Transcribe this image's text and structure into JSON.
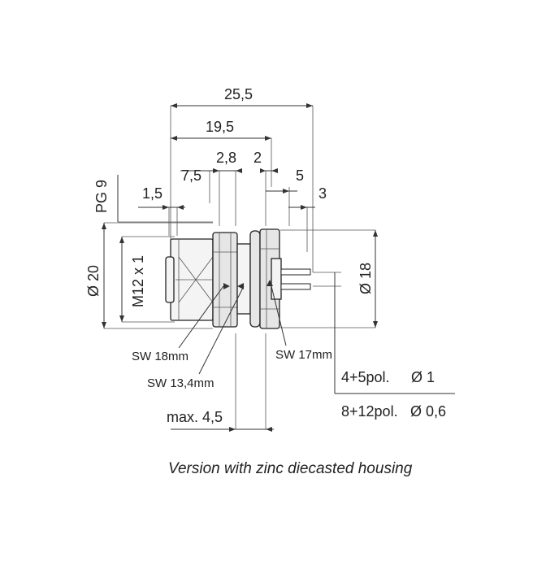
{
  "dimensions": {
    "overall_length": "25,5",
    "housing_length": "19,5",
    "pos_7_5": "7,5",
    "pos_2_8": "2,8",
    "pos_2": "2",
    "pos_5": "5",
    "pos_3": "3",
    "pos_1_5": "1,5",
    "thread_pg": "PG 9",
    "diameter_20": "Ø 20",
    "thread_m12": "M12 x 1",
    "diameter_18": "Ø 18",
    "max_4_5": "max. 4,5"
  },
  "wrench_sizes": {
    "sw18": "SW 18mm",
    "sw13_4": "SW 13,4mm",
    "sw17": "SW 17mm"
  },
  "pin_table": {
    "row1_label": "4+5pol.",
    "row1_value": "Ø 1",
    "row2_label": "8+12pol.",
    "row2_value": "Ø 0,6"
  },
  "caption": "Version with zinc diecasted housing"
}
